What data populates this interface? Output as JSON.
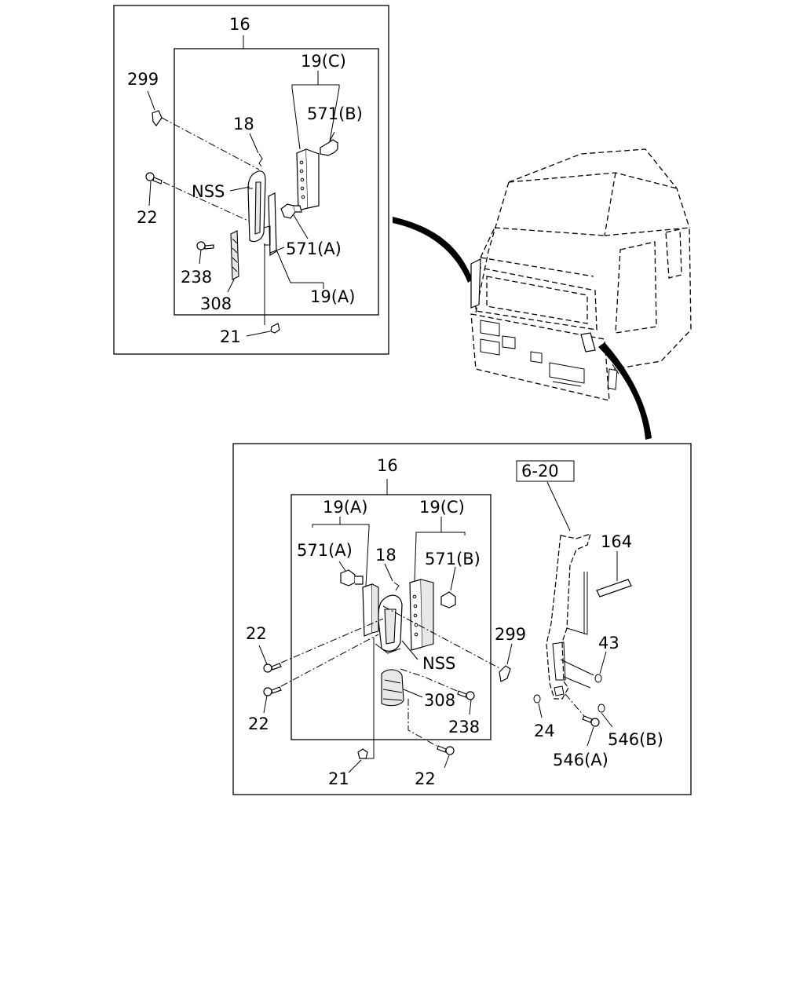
{
  "top_panel": {
    "callouts": {
      "c16": "16",
      "c299": "299",
      "c18": "18",
      "c19c": "19(C)",
      "c571b": "571(B)",
      "c22": "22",
      "cnss": "NSS",
      "c571a": "571(A)",
      "c238": "238",
      "c308": "308",
      "c19a": "19(A)",
      "c21": "21"
    }
  },
  "bottom_panel": {
    "callouts": {
      "c16": "16",
      "c19a": "19(A)",
      "c19c": "19(C)",
      "c571a": "571(A)",
      "c18": "18",
      "c571b": "571(B)",
      "c22a": "22",
      "c22b": "22",
      "cnss": "NSS",
      "c299": "299",
      "c308": "308",
      "c238": "238",
      "c21": "21",
      "c22c": "22",
      "c620": "6-20",
      "c164": "164",
      "c43": "43",
      "c24": "24",
      "c546b": "546(B)",
      "c546a": "546(A)"
    }
  }
}
